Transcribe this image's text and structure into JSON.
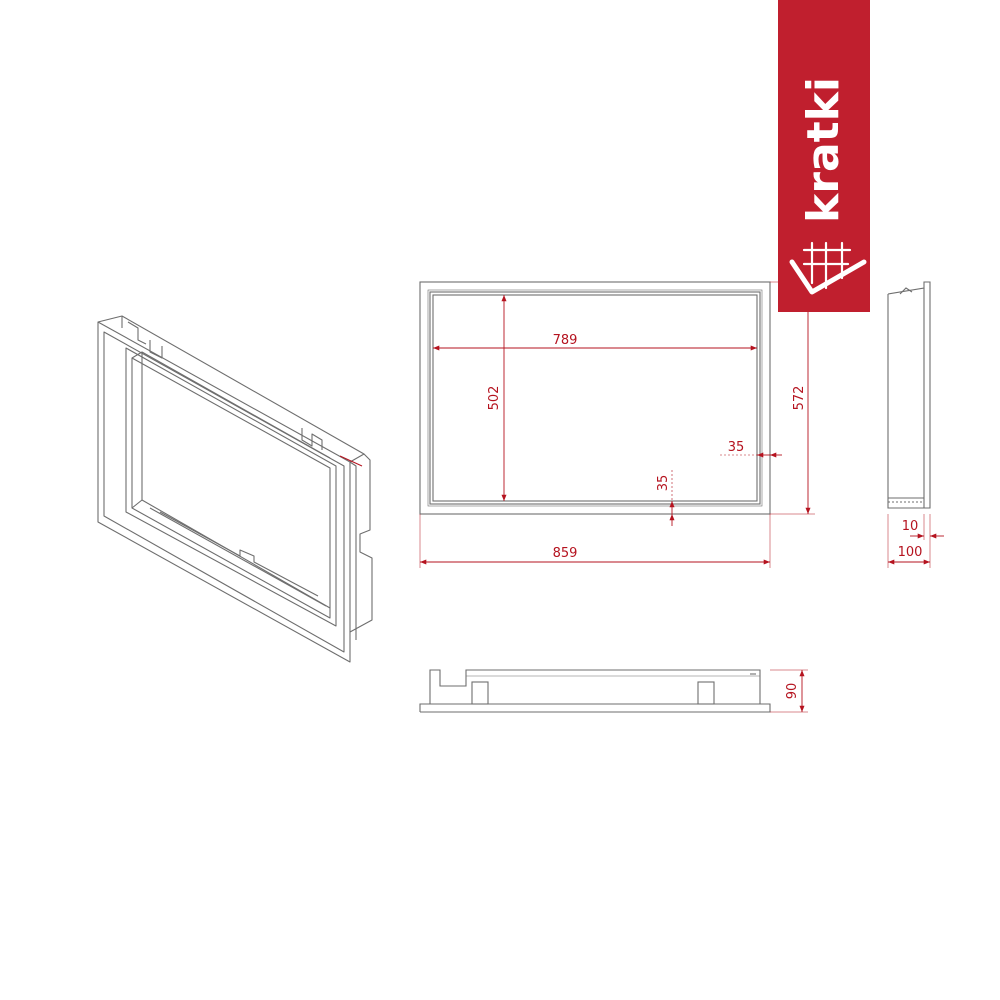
{
  "brand": {
    "name": "kratki",
    "color": "#c01f2e",
    "text_color": "#ffffff"
  },
  "colors": {
    "line": "#6e6e6e",
    "dimension": "#b5131f",
    "background": "#ffffff"
  },
  "views": [
    "isometric-view",
    "front-view",
    "side-view",
    "top-view"
  ],
  "dimensions": {
    "inner_width": "789",
    "inner_height": "502",
    "outer_width": "859",
    "outer_height": "572",
    "frame_side": "35",
    "frame_bottom": "35",
    "frame_depth": "10",
    "total_depth": "100",
    "top_depth": "90"
  }
}
